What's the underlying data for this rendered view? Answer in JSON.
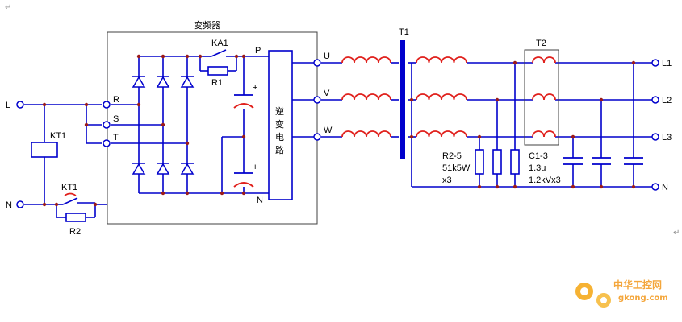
{
  "diagram": {
    "inverter_title": "变频器",
    "inverter_block": [
      "逆",
      "变",
      "电",
      "路"
    ],
    "input_L": "L",
    "input_N": "N",
    "terminal_R": "R",
    "terminal_S": "S",
    "terminal_T": "T",
    "terminal_P": "P",
    "terminal_N": "N",
    "out_U": "U",
    "out_V": "V",
    "out_W": "W",
    "relay_KT1_coil": "KT1",
    "relay_KT1_contact": "KT1",
    "resistor_R2": "R2",
    "contact_KA1": "KA1",
    "resistor_R1": "R1",
    "transformer_T1": "T1",
    "inductor_T2": "T2",
    "resistor_bank_line1": "R2-5",
    "resistor_bank_line2": "51k5W",
    "resistor_bank_line3": "x3",
    "capacitor_line1": "C1-3",
    "capacitor_line2": "1.3u",
    "capacitor_line3": "1.2kVx3",
    "out_L1": "L1",
    "out_L2": "L2",
    "out_L3": "L3",
    "out_N": "N",
    "cap_plus_top": "+",
    "cap_plus_bottom": "+"
  },
  "page_marks": {
    "top_mark": "↵",
    "right_mark": "↵"
  },
  "watermark": {
    "cn": "中华工控网",
    "url": "gkong.com"
  },
  "colors": {
    "wire": "#0000cc",
    "coil": "#e0201c",
    "node": "#9b1b1b",
    "frame": "#404040"
  }
}
